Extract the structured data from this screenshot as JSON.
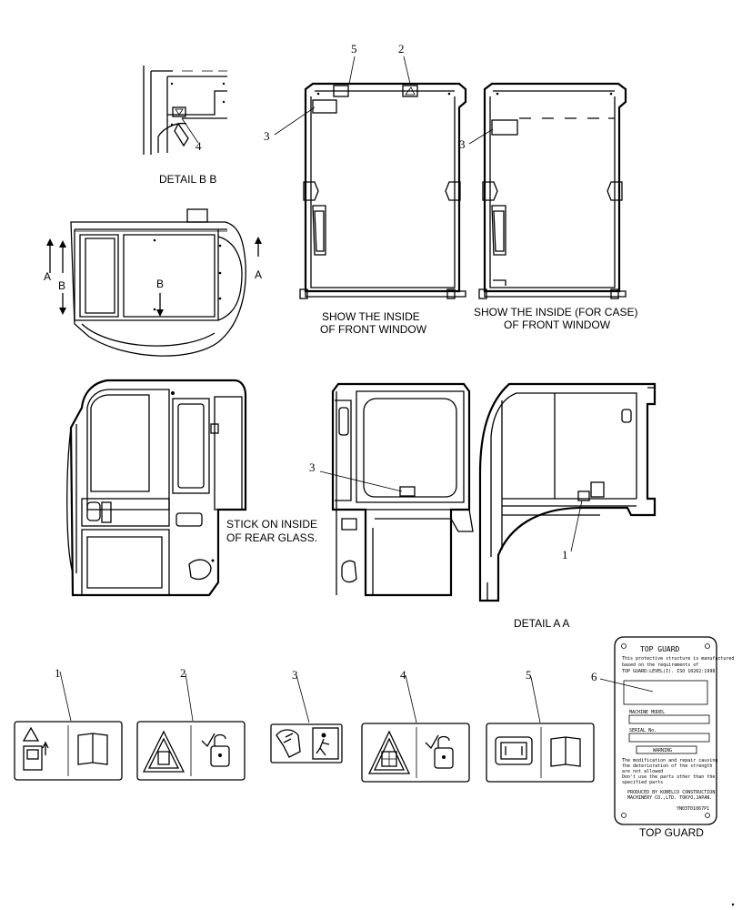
{
  "captions": {
    "detail_bb": "DETAIL B B",
    "front_window_1": "SHOW THE INSIDE",
    "front_window_2": "OF FRONT WINDOW",
    "front_case_1": "SHOW THE INSIDE (FOR CASE)",
    "front_case_2": "OF FRONT WINDOW",
    "rear_glass_1": "STICK ON INSIDE",
    "rear_glass_2": "OF REAR GLASS.",
    "detail_aa": "DETAIL A A",
    "top_guard": "TOP GUARD"
  },
  "section_marks": {
    "a_left": "A",
    "b_left": "B",
    "b_mid": "B",
    "a_right": "A"
  },
  "callouts": {
    "n1": "1",
    "n2": "2",
    "n3": "3",
    "n4": "4",
    "n5": "5",
    "n6": "6"
  },
  "top_guard_plate": {
    "title": "TOP GUARD",
    "line1": "This protective structure is manufactured",
    "line2": "based on the requirements of",
    "line3": "TOP GUARD:LEVEL(I). ISO 10262:1998.",
    "model_label": "MACHINE MODEL",
    "serial_label": "SERIAL No.",
    "warning": "WARNING",
    "note1": "The modification and repair causing",
    "note2": "the deterioration of the strength",
    "note3": "are not allowed",
    "note4": "Don't use the parts other than the",
    "note5": "specified parts",
    "maker1": "PRODUCED BY KOBELCO CONSTRUCTION",
    "maker2": "MACHINERY CO.,LTD. TOKYO,JAPAN.",
    "code": "YN03T01067P1"
  }
}
